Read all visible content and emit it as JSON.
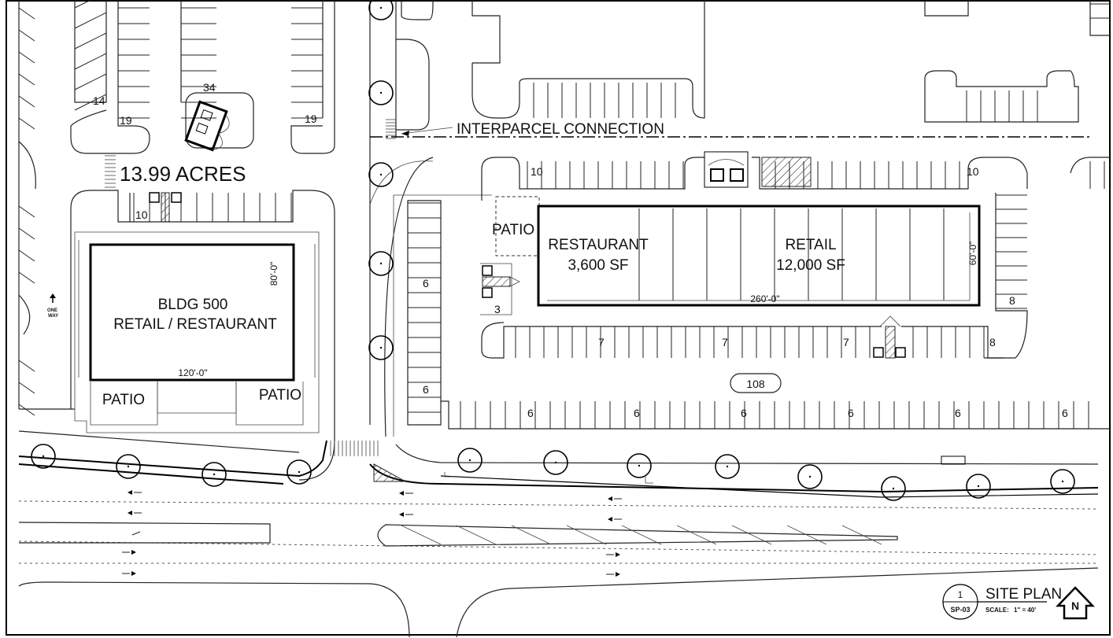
{
  "site": {
    "acreage": "13.99 ACRES",
    "interparcel": "INTERPARCEL CONNECTION",
    "one_way": [
      "ONE",
      "WAY"
    ]
  },
  "building_500": {
    "name": "BLDG 500",
    "use": "RETAIL / RESTAURANT",
    "width_dim": "120'-0\"",
    "depth_dim": "80'-0\"",
    "patio_left": "PATIO",
    "patio_right": "PATIO"
  },
  "main_building": {
    "restaurant_name": "RESTAURANT",
    "restaurant_area": "3,600 SF",
    "retail_name": "RETAIL",
    "retail_area": "12,000 SF",
    "width_dim": "260'-0\"",
    "depth_dim": "60'-0\"",
    "patio": "PATIO"
  },
  "parking": {
    "top_left_a": "14",
    "top_left_b": "19",
    "top_island": "34",
    "top_right": "19",
    "bldg500_row": "10",
    "main_top_left": "10",
    "main_top_right": "10",
    "left_col_upper": "6",
    "left_col_lower": "6",
    "patio_stalls": "3",
    "right_col": "8",
    "inner_row": [
      "7",
      "7",
      "7",
      "8"
    ],
    "bottom_row": [
      "6",
      "6",
      "6",
      "6",
      "6",
      "6"
    ],
    "total": "108"
  },
  "title_block": {
    "detail_number": "1",
    "sheet": "SP-03",
    "title": "SITE PLAN",
    "scale_label": "SCALE:",
    "scale_value": "1\" = 40'",
    "north": "N"
  }
}
